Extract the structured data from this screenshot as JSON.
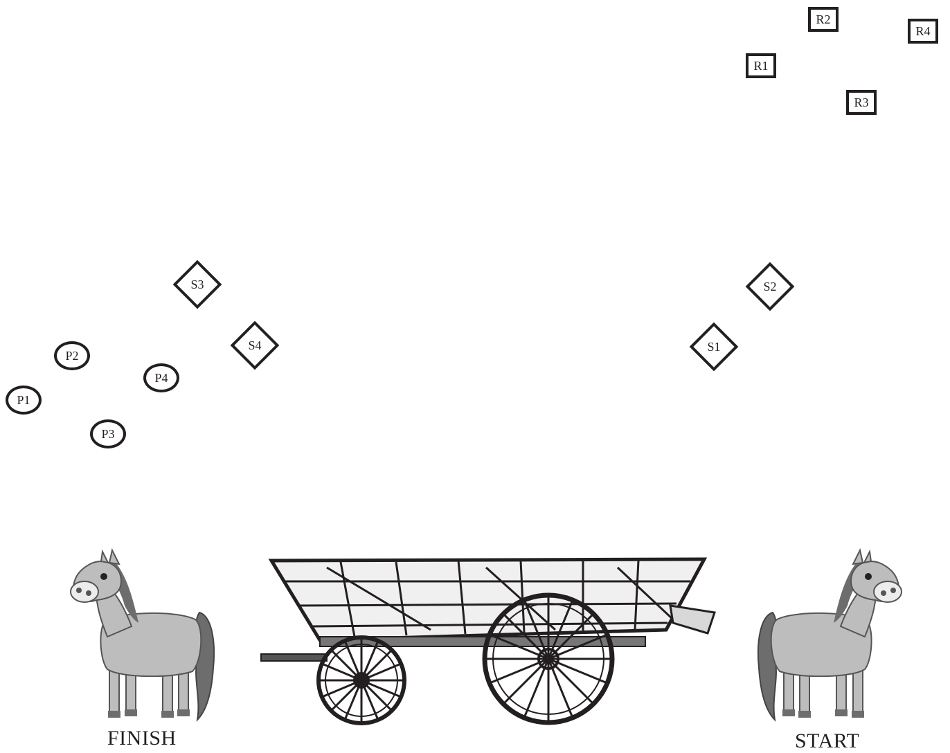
{
  "squares": [
    "R1",
    "R2",
    "R3",
    "R4"
  ],
  "diamonds": [
    "S1",
    "S2",
    "S3",
    "S4"
  ],
  "circles": [
    "P1",
    "P2",
    "P3",
    "P4"
  ],
  "labels": {
    "finish": "FINISH",
    "start": "START"
  },
  "colors": {
    "ink": "#231f20",
    "horse_body": "#bdbdbd",
    "horse_mane": "#6d6d6d"
  },
  "icons": {
    "horse": "horse-icon",
    "wagon": "wagon-icon"
  }
}
